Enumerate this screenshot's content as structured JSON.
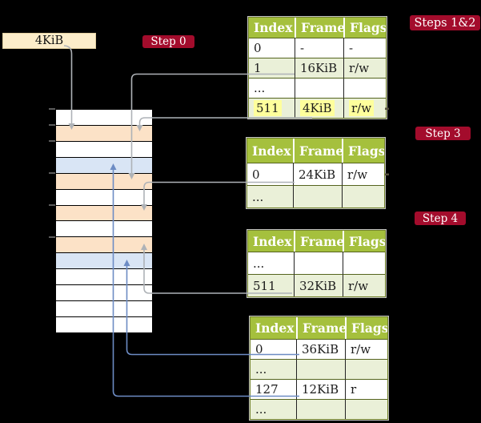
{
  "pagesize_label": "4KiB",
  "labels": {
    "step0": "Step 0",
    "steps12": "Steps 1&2",
    "step3": "Step 3",
    "step4": "Step 4"
  },
  "memory": {
    "rows": [
      "white",
      "peach",
      "white",
      "blue",
      "peach",
      "white",
      "peach",
      "white",
      "peach",
      "blue",
      "white",
      "white",
      "white",
      "white"
    ]
  },
  "tables": [
    {
      "title": "page table for steps 1 and 2",
      "columns": [
        "Index",
        "Frame",
        "Flags"
      ],
      "rows": [
        {
          "cells": [
            "0",
            "-",
            "-"
          ],
          "shade": "white",
          "highlight": false
        },
        {
          "cells": [
            "1",
            "16KiB",
            "r/w"
          ],
          "shade": "green",
          "highlight": false
        },
        {
          "cells": [
            "...",
            "",
            ""
          ],
          "shade": "white",
          "highlight": false
        },
        {
          "cells": [
            "511",
            "4KiB",
            "r/w"
          ],
          "shade": "green",
          "highlight": true
        }
      ]
    },
    {
      "title": "page table for step 3",
      "columns": [
        "Index",
        "Frame",
        "Flags"
      ],
      "rows": [
        {
          "cells": [
            "0",
            "24KiB",
            "r/w"
          ],
          "shade": "white",
          "highlight": false
        },
        {
          "cells": [
            "...",
            "",
            ""
          ],
          "shade": "green",
          "highlight": false
        }
      ]
    },
    {
      "title": "page table for step 4",
      "columns": [
        "Index",
        "Frame",
        "Flags"
      ],
      "rows": [
        {
          "cells": [
            "...",
            "",
            ""
          ],
          "shade": "white",
          "highlight": false
        },
        {
          "cells": [
            "511",
            "32KiB",
            "r/w"
          ],
          "shade": "green",
          "highlight": false
        }
      ]
    },
    {
      "title": "final page table",
      "columns": [
        "Index",
        "Frame",
        "Flags"
      ],
      "rows": [
        {
          "cells": [
            "0",
            "36KiB",
            "r/w"
          ],
          "shade": "white",
          "highlight": false
        },
        {
          "cells": [
            "...",
            "",
            ""
          ],
          "shade": "green",
          "highlight": false
        },
        {
          "cells": [
            "127",
            "12KiB",
            "r"
          ],
          "shade": "white",
          "highlight": false
        },
        {
          "cells": [
            "...",
            "",
            ""
          ],
          "shade": "green",
          "highlight": false
        }
      ]
    }
  ],
  "palette": {
    "background": "#000000",
    "label_red": "#a30c2c",
    "pagesize_cream": "#fcedca",
    "header_green": "#a5c03d",
    "row_green": "#eaf0d8",
    "row_peach": "#fce2c7",
    "row_blue": "#d9e5f5",
    "highlight_yellow": "#feff9c",
    "arrow_gray": "#aeb2b7",
    "arrow_blue": "#6d8cc4"
  }
}
